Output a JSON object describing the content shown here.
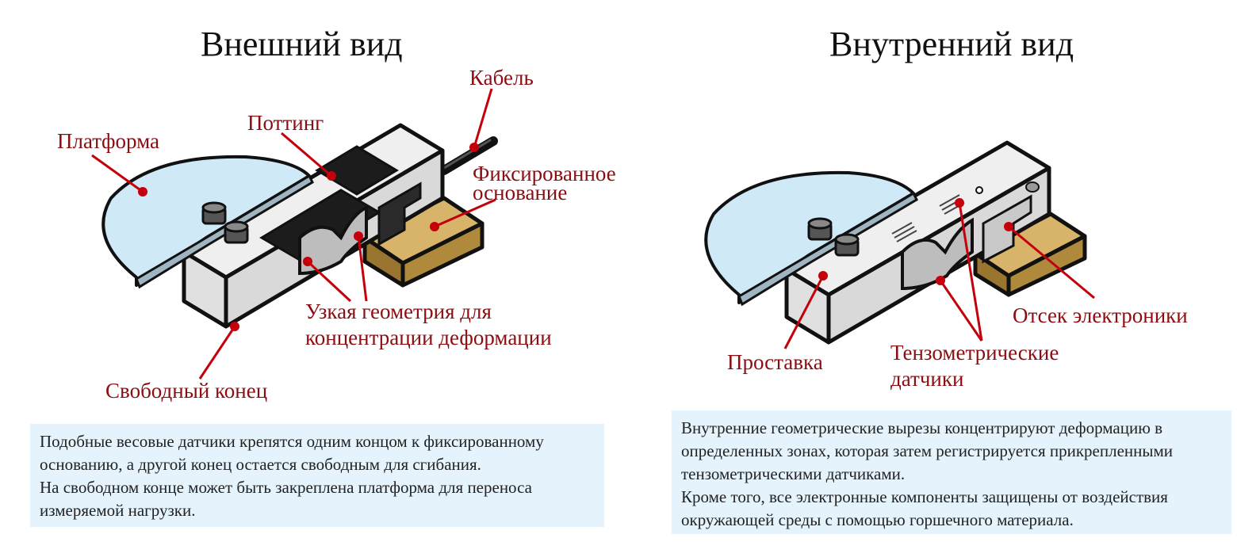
{
  "colors": {
    "label": "#8b0d12",
    "platform": "#cfe9f7",
    "metal": "#e8e8e8",
    "base": "#b08a3c",
    "potting": "#1c1c1c",
    "caption_bg": "#e4f3fc"
  },
  "left": {
    "title": "Внешний вид",
    "labels": {
      "cable": "Кабель",
      "potting": "Поттинг",
      "platform": "Платформа",
      "fixed_base_line1": "Фиксированное",
      "fixed_base_line2": "основание",
      "geometry_line1": "Узкая геометрия для",
      "geometry_line2": "концентрации деформации",
      "free_end": "Свободный конец"
    },
    "caption": [
      "Подобные весовые датчики крепятся одним концом к фиксированному",
      "основанию, а другой конец остается свободным для сгибания.",
      "На свободном конце может быть закреплена платформа для переноса",
      "измеряемой нагрузки."
    ]
  },
  "right": {
    "title": "Внутренний вид",
    "labels": {
      "electronics": "Отсек электроники",
      "spacer": "Проставка",
      "gauges_line1": "Тензометрические",
      "gauges_line2": "датчики"
    },
    "caption": [
      "Внутренние геометрические вырезы концентрируют деформацию в",
      "определенных зонах, которая затем регистрируется прикрепленными",
      "тензометрическими датчиками.",
      "Кроме того, все электронные компоненты защищены от воздействия",
      "окружающей среды с помощью горшечного материала."
    ]
  }
}
